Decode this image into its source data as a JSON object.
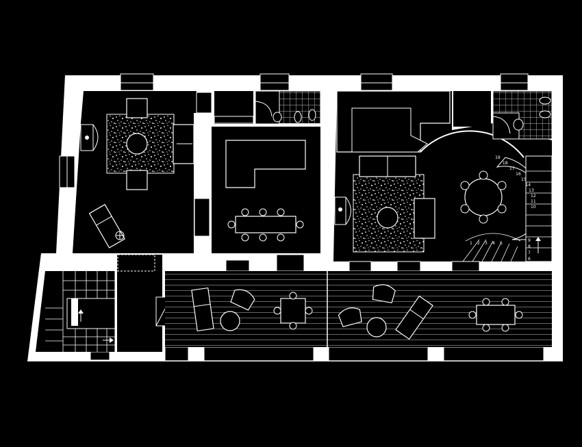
{
  "colors": {
    "background": "#000000",
    "linework": "#ffffff"
  },
  "stair_numbers_upper": [
    "19",
    "18",
    "17",
    "16",
    "15",
    "14",
    "13",
    "12",
    "11",
    "10"
  ],
  "stair_numbers_lower": [
    "1",
    "2",
    "3",
    "4",
    "5",
    "6",
    "7",
    "8",
    "9"
  ]
}
